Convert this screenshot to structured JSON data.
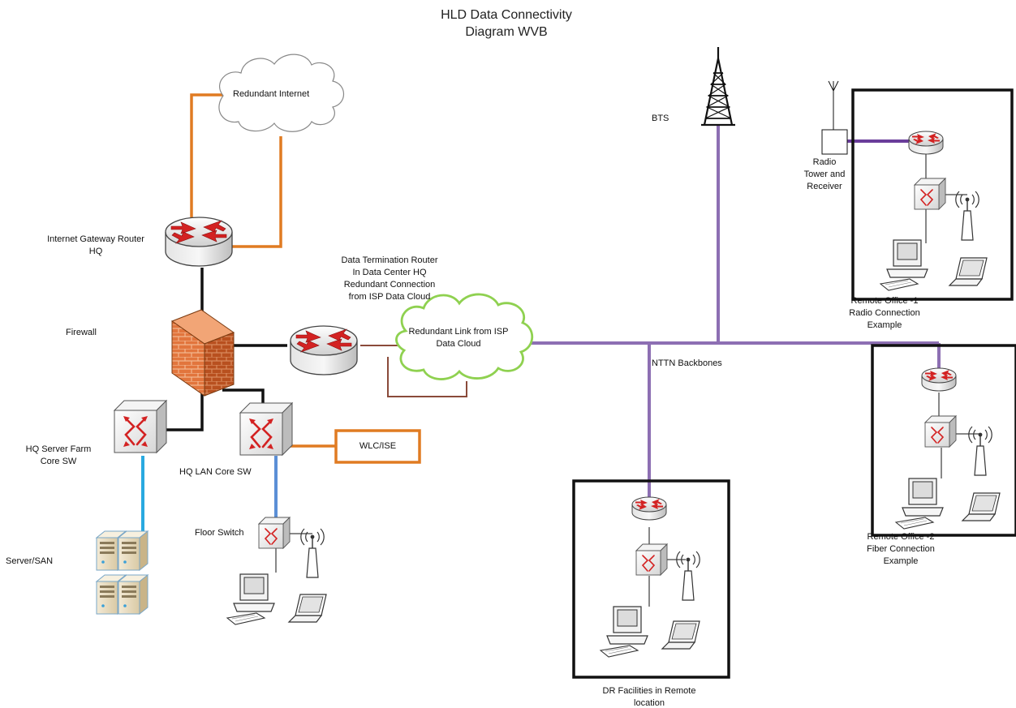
{
  "title": {
    "line1": "HLD Data Connectivity",
    "line2": "Diagram WVB"
  },
  "labels": {
    "redundant_internet": "Redundant Internet",
    "gateway_router_1": "Internet Gateway Router",
    "gateway_router_2": "HQ",
    "firewall": "Firewall",
    "dtr_1": "Data Termination  Router",
    "dtr_2": "In Data Center HQ",
    "dtr_3": "Redundant Connection",
    "dtr_4": "from ISP Data Cloud",
    "isp_cloud_1": "Redundant Link from ISP",
    "isp_cloud_2": "Data Cloud",
    "bts": "BTS",
    "nttn": "NTTN Backbones",
    "radio_1": "Radio",
    "radio_2": "Tower and",
    "radio_3": "Receiver",
    "ro1_1": "Remote Office -1",
    "ro1_2": "Radio Connection",
    "ro1_3": "Example",
    "ro2_1": "Remote Office -2",
    "ro2_2": "Fiber Connection",
    "ro2_3": "Example",
    "server_farm_1": "HQ Server Farm",
    "server_farm_2": "Core SW",
    "lan_core": "HQ LAN Core SW",
    "wlc": "WLC/ISE",
    "floor_switch": "Floor Switch",
    "server_san": "Server/SAN",
    "dr_1": "DR Facilities in Remote",
    "dr_2": "location"
  },
  "colors": {
    "internet_link": "#e07b22",
    "backbone_link": "#8d6fb3",
    "radio_link": "#6a3d9a",
    "isp_link": "#8a4a3a",
    "server_link": "#29a9e0",
    "lan_link": "#5b8fd6",
    "lan_cable": "#111111",
    "router_red": "#d32222",
    "firewall_brick": "#e2753d",
    "cloud_green": "#8fd150"
  }
}
